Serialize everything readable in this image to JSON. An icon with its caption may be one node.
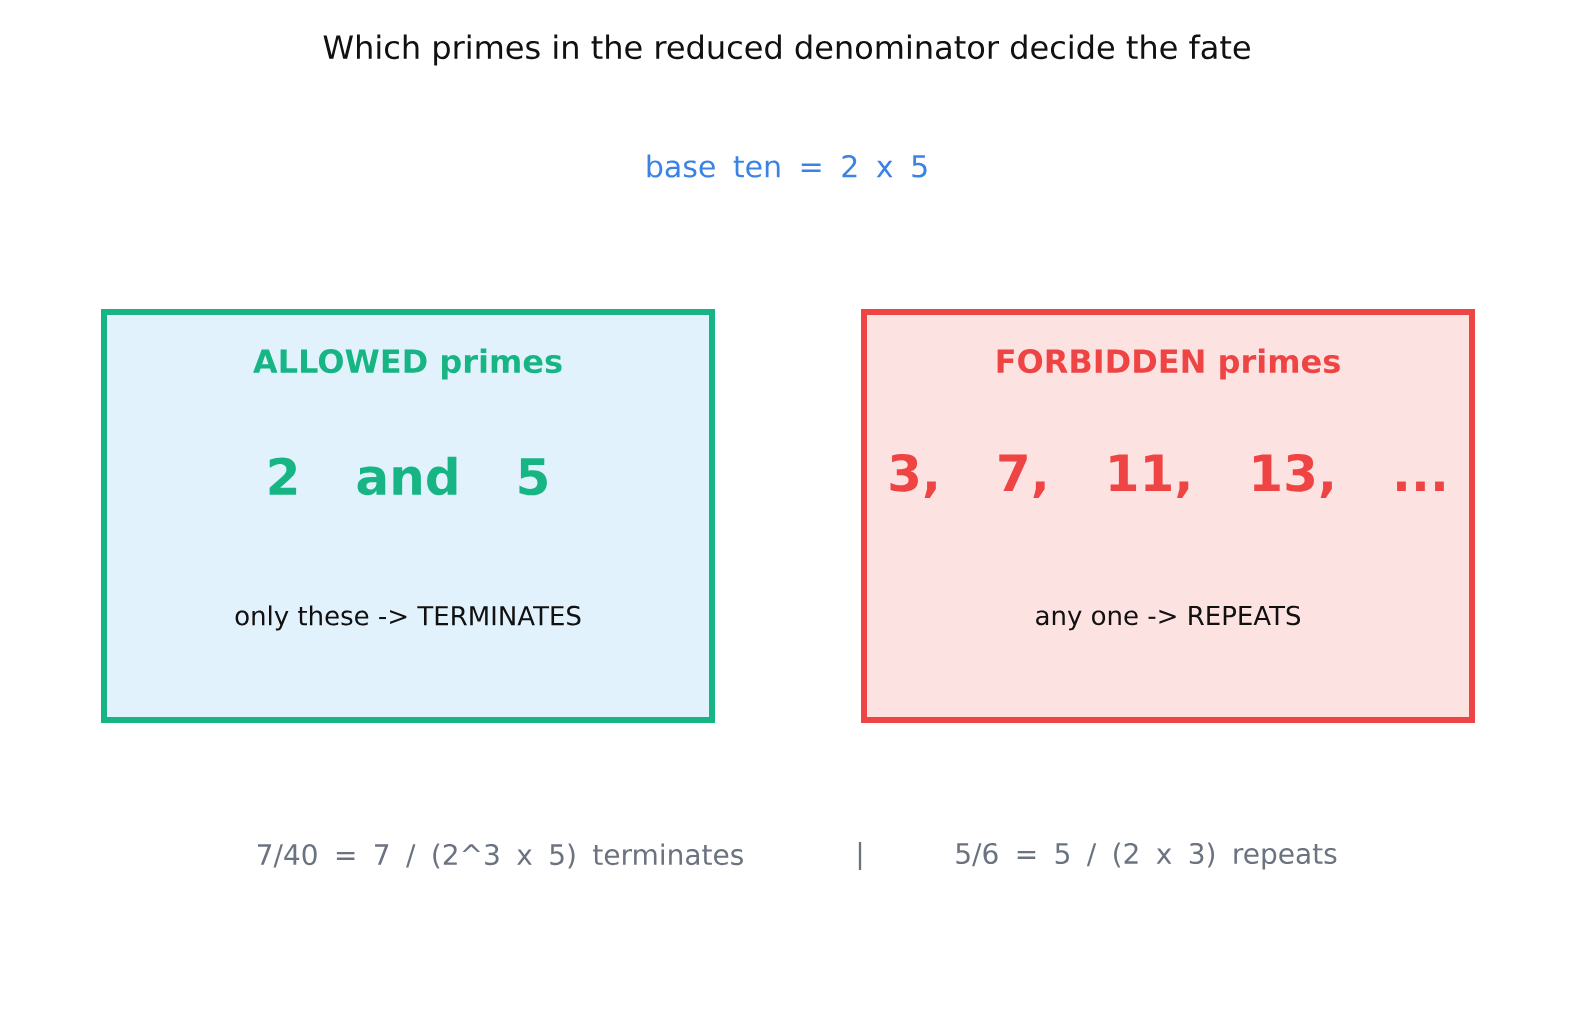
{
  "diagram": {
    "title": "Which primes in the reduced denominator decide the fate",
    "nodes": [
      {
        "text": [
          "ALLOWED primes",
          "2 and 5",
          "only these -> TERMINATES"
        ]
      },
      {
        "text": [
          "FORBIDDEN primes",
          "3, 7, 11, 13, ...",
          "any one -> REPEATS"
        ]
      }
    ],
    "labels": [
      "base ten = 2 x 5",
      "7/40 = 7 / (2^3 x 5) terminates",
      "|",
      "5/6 = 5 / (2 x 3) repeats"
    ]
  }
}
